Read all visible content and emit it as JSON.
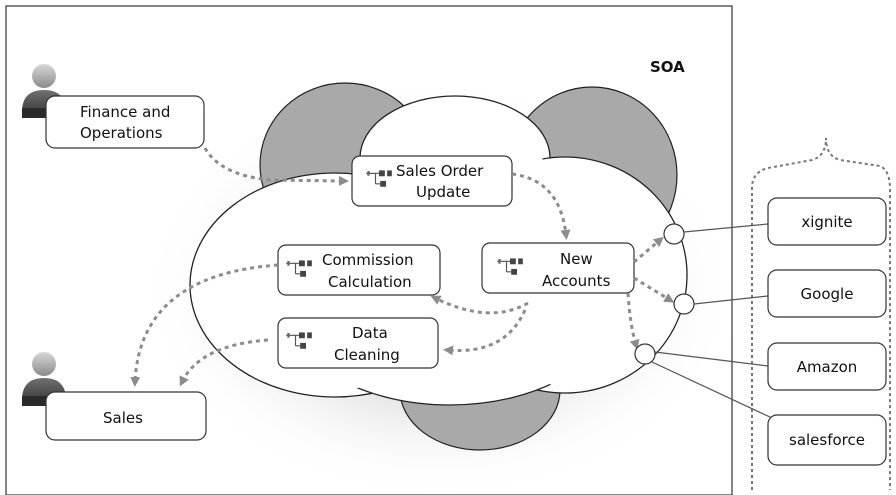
{
  "diagram": {
    "title": "SOA",
    "actors": {
      "finance_label_line1": "Finance and",
      "finance_label_line2": "Operations",
      "sales_label": "Sales"
    },
    "services": {
      "sales_order_line1": "Sales Order",
      "sales_order_line2": "Update",
      "commission_line1": "Commission",
      "commission_line2": "Calculation",
      "new_accounts_line1": "New",
      "new_accounts_line2": "Accounts",
      "data_cleaning_line1": "Data",
      "data_cleaning_line2": "Cleaning"
    },
    "external": {
      "xignite": "xignite",
      "google": "Google",
      "amazon": "Amazon",
      "salesforce": "salesforce"
    },
    "colors": {
      "cloud_back": "#a9a9a9",
      "cloud_front": "#ffffff",
      "arrow": "#8c8c8c",
      "line": "#555555"
    }
  }
}
